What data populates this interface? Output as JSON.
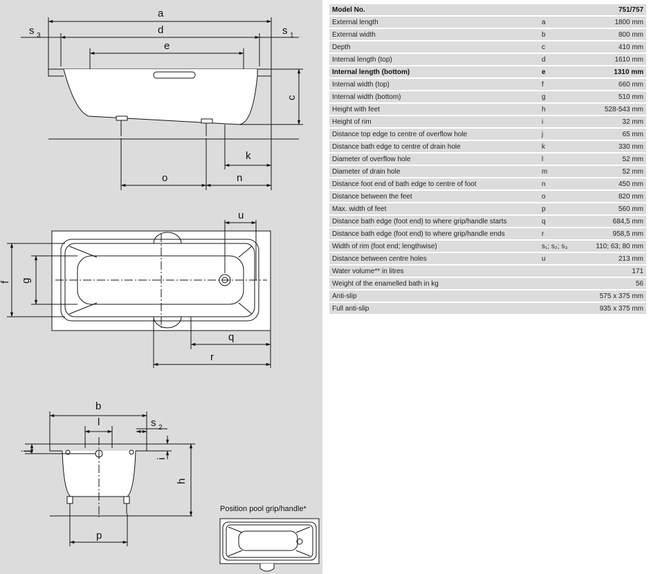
{
  "drawing": {
    "labels": {
      "a": "a",
      "d": "d",
      "e": "e",
      "s3": "s",
      "s3_sub": "3",
      "s1": "s",
      "s1_sub": "1",
      "c": "c",
      "k": "k",
      "o": "o",
      "n": "n",
      "u": "u",
      "f": "f",
      "g": "g",
      "q": "q",
      "r": "r",
      "b": "b",
      "l": "l",
      "s2": "s",
      "s2_sub": "2",
      "j": "j",
      "i": "i",
      "h": "h",
      "p": "p"
    },
    "grip_caption": "Position pool grip/handle*"
  },
  "table": {
    "header": {
      "label": "Model No.",
      "symbol": "",
      "value": "751/757"
    },
    "rows": [
      {
        "label": "External length",
        "symbol": "a",
        "value": "1800 mm",
        "bold": false
      },
      {
        "label": "External width",
        "symbol": "b",
        "value": "800 mm",
        "bold": false
      },
      {
        "label": "Depth",
        "symbol": "c",
        "value": "410 mm",
        "bold": false
      },
      {
        "label": "Internal length (top)",
        "symbol": "d",
        "value": "1610 mm",
        "bold": false
      },
      {
        "label": "Internal length (bottom)",
        "symbol": "e",
        "value": "1310 mm",
        "bold": true
      },
      {
        "label": "Internal width (top)",
        "symbol": "f",
        "value": "660 mm",
        "bold": false
      },
      {
        "label": "Internal width (bottom)",
        "symbol": "g",
        "value": "510 mm",
        "bold": false
      },
      {
        "label": "Height with feet",
        "symbol": "h",
        "value": "528-543 mm",
        "bold": false
      },
      {
        "label": "Height of rim",
        "symbol": "i",
        "value": "32 mm",
        "bold": false
      },
      {
        "label": "Distance top edge to centre of overflow hole",
        "symbol": "j",
        "value": "65 mm",
        "bold": false
      },
      {
        "label": "Distance bath edge to centre of drain hole",
        "symbol": "k",
        "value": "330 mm",
        "bold": false
      },
      {
        "label": "Diameter of overflow hole",
        "symbol": "l",
        "value": "52 mm",
        "bold": false
      },
      {
        "label": "Diameter of drain hole",
        "symbol": "m",
        "value": "52 mm",
        "bold": false
      },
      {
        "label": "Distance foot end of bath edge to centre of foot",
        "symbol": "n",
        "value": "450 mm",
        "bold": false
      },
      {
        "label": "Distance between the feet",
        "symbol": "o",
        "value": "820 mm",
        "bold": false
      },
      {
        "label": "Max. width of feet",
        "symbol": "p",
        "value": "560 mm",
        "bold": false
      },
      {
        "label": "Distance bath edge (foot end) to where grip/handle starts",
        "symbol": "q",
        "value": "684,5 mm",
        "bold": false
      },
      {
        "label": "Distance bath edge (foot end) to where grip/handle ends",
        "symbol": "r",
        "value": "958,5 mm",
        "bold": false
      },
      {
        "label": "Width of rim (foot end; lengthwise)",
        "symbol": "s₁; s₂; s₃",
        "value": "110; 63; 80 mm",
        "bold": false
      },
      {
        "label": "Distance between centre holes",
        "symbol": "u",
        "value": "213 mm",
        "bold": false
      },
      {
        "label": "Water volume** in litres",
        "symbol": "",
        "value": "171",
        "bold": false
      },
      {
        "label": "Weight of the enamelled bath in kg",
        "symbol": "",
        "value": "56",
        "bold": false
      },
      {
        "label": "Anti-slip",
        "symbol": "",
        "value": "575 x 375 mm",
        "bold": false
      },
      {
        "label": "Full anti-slip",
        "symbol": "",
        "value": "935 x 375 mm",
        "bold": false
      }
    ]
  }
}
